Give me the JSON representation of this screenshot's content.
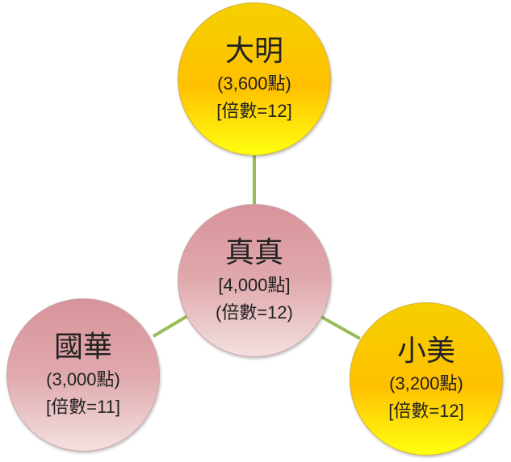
{
  "colors": {
    "connector": "#9bbb59",
    "pink": "#d8939a",
    "gold": "#ffc000"
  },
  "nodes": {
    "top": {
      "name": "大明",
      "points": "(3,600點)",
      "multiplier": "[倍數=12]"
    },
    "center": {
      "name": "真真",
      "points": "[4,000點]",
      "multiplier": "(倍數=12)"
    },
    "left": {
      "name": "國華",
      "points": "(3,000點)",
      "multiplier": "[倍數=11]"
    },
    "right": {
      "name": "小美",
      "points": "(3,200點)",
      "multiplier": "[倍數=12]"
    }
  }
}
